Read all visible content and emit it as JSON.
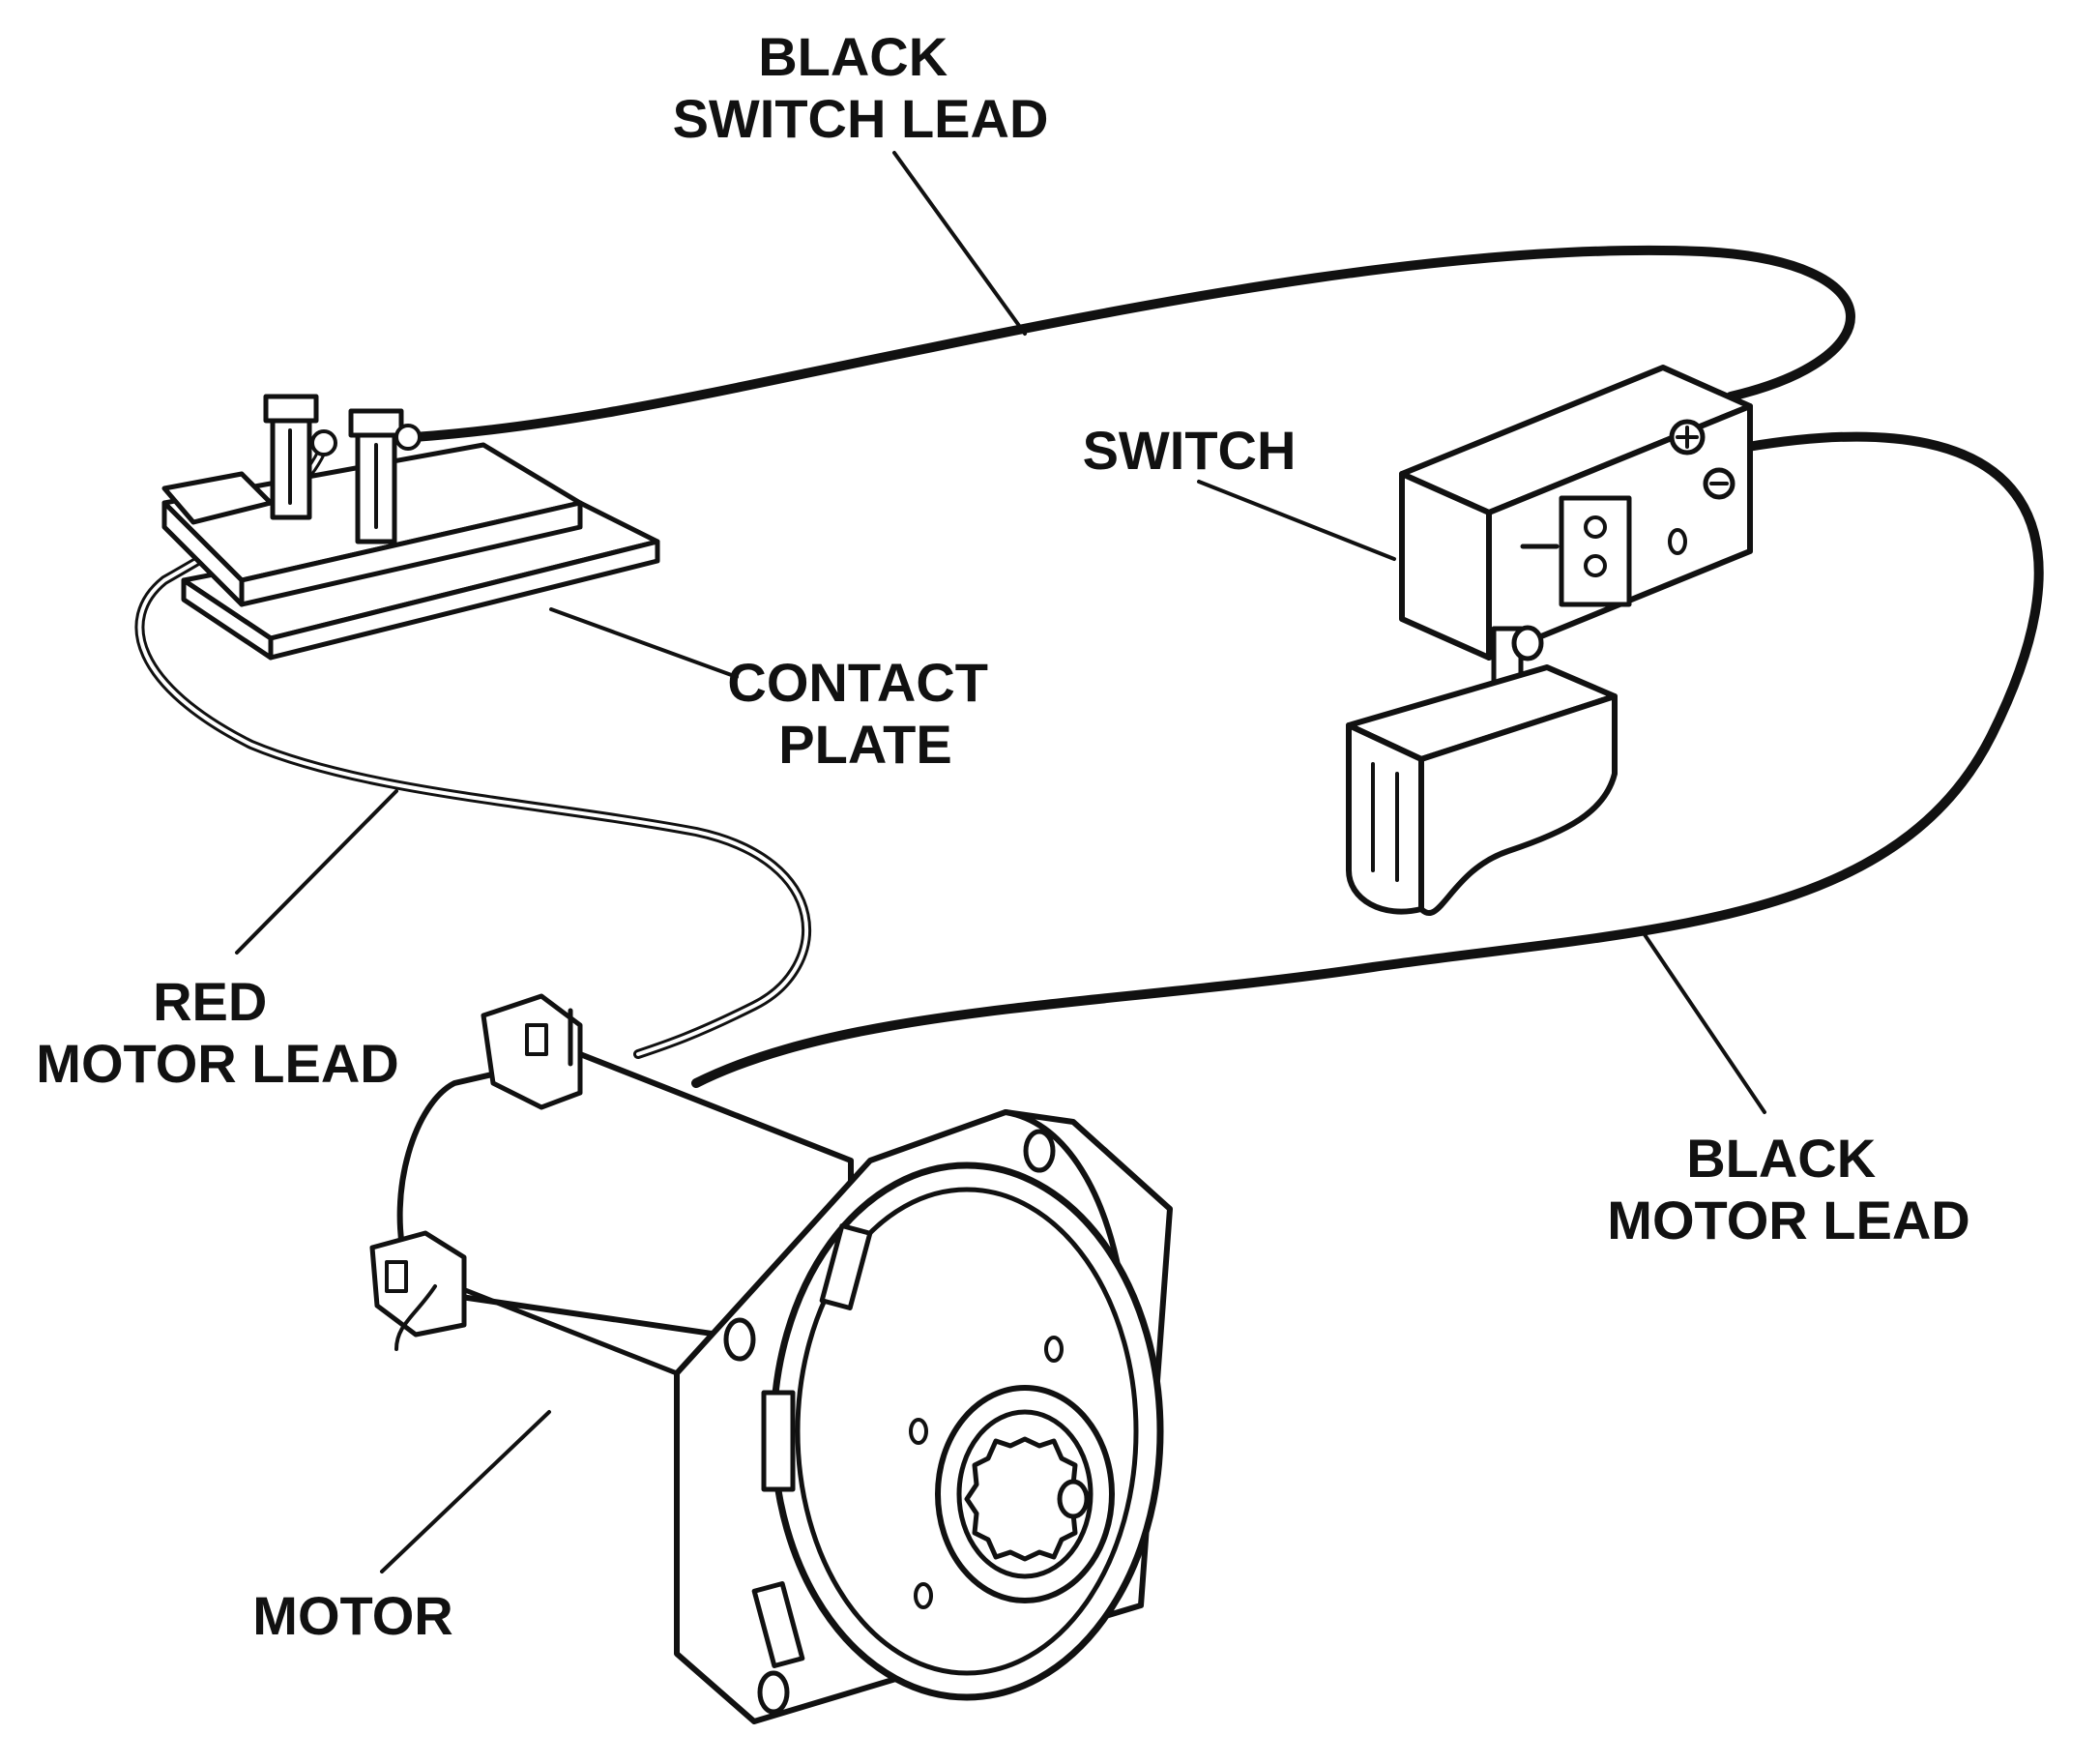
{
  "colors": {
    "ink": "#111111",
    "background": "#ffffff"
  },
  "labels": {
    "black_switch_lead": {
      "line1": "BLACK",
      "line2": "SWITCH LEAD"
    },
    "switch": {
      "line1": "SWITCH"
    },
    "contact_plate": {
      "line1": "CONTACT",
      "line2": "PLATE"
    },
    "red_motor_lead": {
      "line1": "RED",
      "line2": "MOTOR LEAD"
    },
    "black_motor_lead": {
      "line1": "BLACK",
      "line2": "MOTOR LEAD"
    },
    "motor": {
      "line1": "MOTOR"
    }
  }
}
